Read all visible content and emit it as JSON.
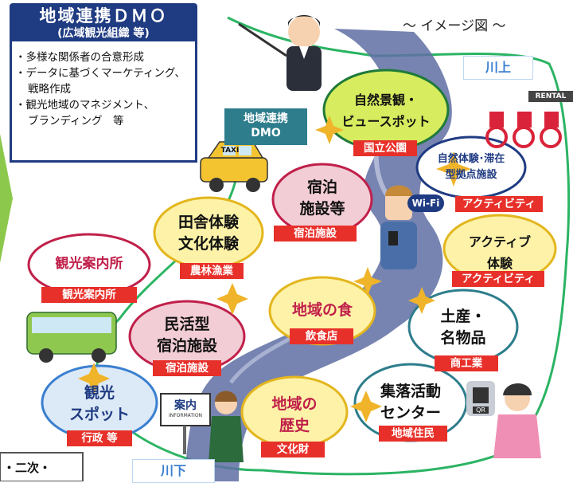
{
  "title": "～ イメージ図 ～",
  "dmo": {
    "title": "地域連携ＤＭＯ",
    "subtitle": "(広域観光組織 等)",
    "bullets": [
      "・多様な関係者の合意形成",
      "・データに基づくマーケティング、",
      "戦略作成",
      "・観光地域のマネジメント、",
      "ブランディング　等"
    ],
    "teal_label_1": "地域連携",
    "teal_label_2": "DMO"
  },
  "river": {
    "upstream": "川上",
    "downstream": "川下"
  },
  "spots": {
    "nature": {
      "line1": "自然景観・",
      "line2": "ビュースポット",
      "tag": "国立公園"
    },
    "experience_base": {
      "line1": "自然体験･滞在",
      "line2": "型拠点施設",
      "tag": "アクティビティ"
    },
    "lodging": {
      "line1": "宿泊",
      "line2": "施設等",
      "tag": "宿泊施設"
    },
    "rural": {
      "line1": "田舎体験",
      "line2": "文化体験",
      "tag": "農林漁業"
    },
    "active": {
      "line1": "アクティブ",
      "line2": "体験",
      "tag": "アクティビティ"
    },
    "info": {
      "line1": "観光案内所",
      "tag": "観光案内所"
    },
    "food": {
      "line1": "地域の食",
      "tag": "飲食店"
    },
    "souvenir": {
      "line1": "土産・",
      "line2": "名物品",
      "tag": "商工業"
    },
    "minpaku": {
      "line1": "民活型",
      "line2": "宿泊施設",
      "tag": "宿泊施設"
    },
    "spot": {
      "line1": "観光",
      "line2": "スポット",
      "tag": "行政 等"
    },
    "history": {
      "line1": "地域の",
      "line2": "歴史",
      "tag": "文化財"
    },
    "community": {
      "line1": "集落活動",
      "line2": "センター",
      "tag": "地域住民"
    }
  },
  "signs": {
    "taxi": "TAXI",
    "rental": "RENTAL",
    "wifi": "Wi-Fi",
    "info_sign": "案内",
    "info_sign_en": "INFORMATION",
    "qr": "QR"
  },
  "bottom_fragment": "・二次・",
  "colors": {
    "navy": "#1f3b82",
    "teal": "#2d7d8c",
    "red": "#e8302a",
    "green": "#2bb463",
    "river": "#5f6fa3",
    "gold": "#f0b42a"
  }
}
